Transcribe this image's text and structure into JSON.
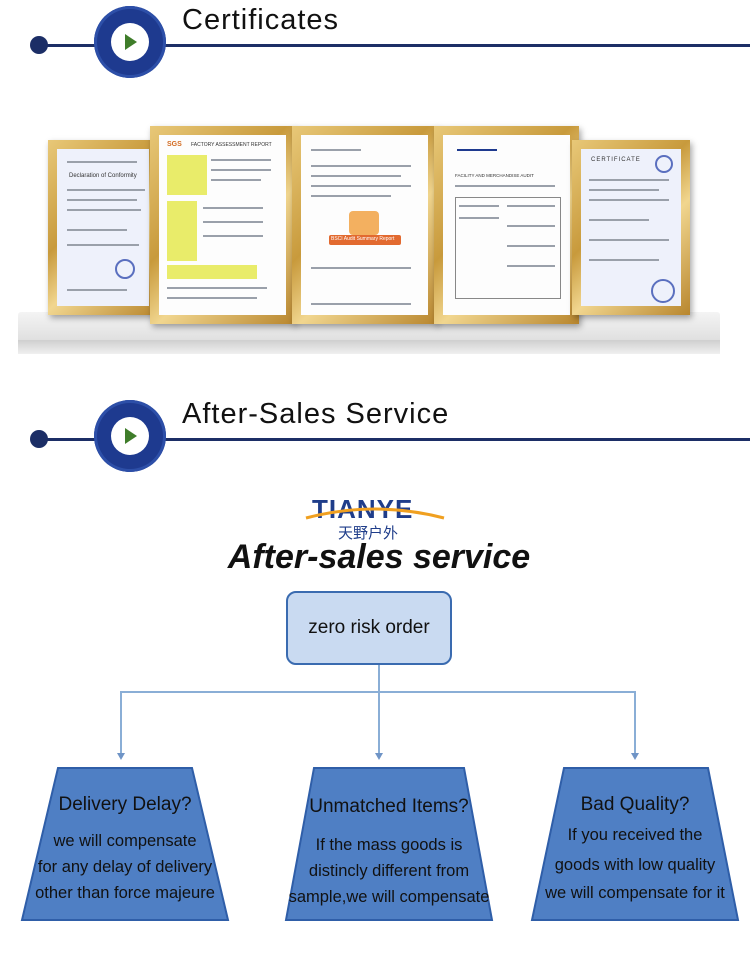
{
  "sections": {
    "certificates": {
      "title": "Certificates"
    },
    "after_sales": {
      "title": "After-Sales Service"
    }
  },
  "certificates": [
    {
      "title": "Declaration of Conformity"
    },
    {
      "title": "FACTORY ASSESSMENT REPORT",
      "brand": "SGS"
    },
    {
      "title": "BSCI Audit Summary Report"
    },
    {
      "title": "FACILITY AND MERCHANDISE AUDIT"
    },
    {
      "title": "CERTIFICATE"
    }
  ],
  "logo": {
    "text": "TIANYE",
    "subtitle": "天野户外"
  },
  "service": {
    "heading": "After-sales service",
    "root": "zero risk order",
    "items": [
      {
        "title": "Delivery Delay?",
        "lines": [
          "we will compensate",
          "for any delay of delivery",
          "other than force majeure"
        ]
      },
      {
        "title": "Unmatched Items?",
        "lines": [
          "If the mass goods is",
          "distincly different from",
          "sample,we will compensate"
        ]
      },
      {
        "title": "Bad Quality?",
        "lines": [
          "If you received the",
          "goods with low quality",
          "we will compensate for it"
        ]
      }
    ]
  },
  "colors": {
    "navy": "#1c2e66",
    "circle": "#1e3a8f",
    "arrow_green": "#3f7d2a",
    "trapezoid": "#4f7fc4",
    "box_fill": "#c9daf1",
    "logo_blue": "#1f3d8a",
    "logo_orange": "#f0a020"
  },
  "icons": {
    "section_bullet": "play-triangle-icon"
  }
}
